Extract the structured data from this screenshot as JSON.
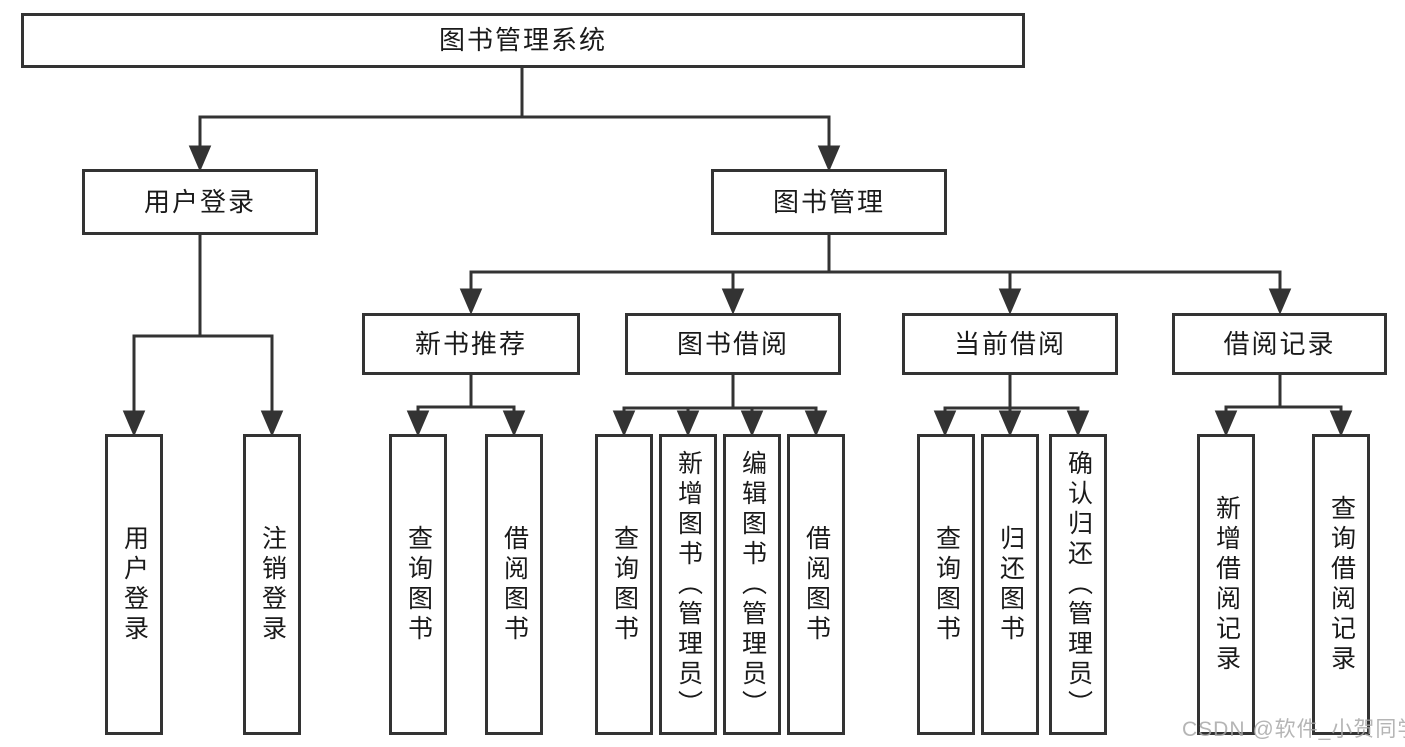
{
  "diagram_title": "图书管理系统",
  "tree": {
    "label": "图书管理系统",
    "children": [
      {
        "label": "用户登录",
        "leaves": [
          "用户登录",
          "注销登录"
        ]
      },
      {
        "label": "图书管理",
        "children": [
          {
            "label": "新书推荐",
            "leaves": [
              "查询图书",
              "借阅图书"
            ]
          },
          {
            "label": "图书借阅",
            "leaves": [
              "查询图书",
              "新增图书（管理员）",
              "编辑图书（管理员）",
              "借阅图书"
            ]
          },
          {
            "label": "当前借阅",
            "leaves": [
              "查询图书",
              "归还图书",
              "确认归还（管理员）"
            ]
          },
          {
            "label": "借阅记录",
            "leaves": [
              "新增借阅记录",
              "查询借阅记录"
            ]
          }
        ]
      }
    ]
  },
  "watermark": {
    "text": "CSDN @软件_小贺同学"
  },
  "colors": {
    "line": "#333333",
    "box_border": "#333333",
    "text": "#1a1a1a",
    "background": "#ffffff",
    "watermark": "#a8a8a8"
  }
}
